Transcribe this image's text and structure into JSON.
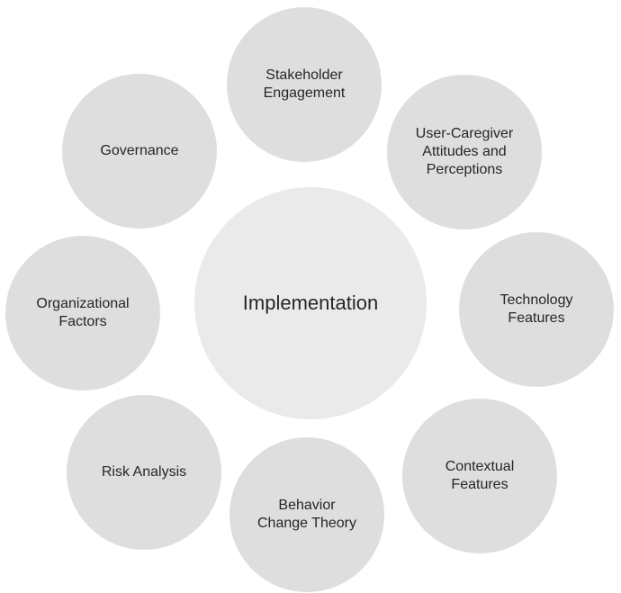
{
  "center": {
    "label": "Implementation"
  },
  "factors": [
    {
      "id": "stakeholder",
      "label": "Stakeholder\nEngagement"
    },
    {
      "id": "usercare",
      "label": "User-Caregiver\nAttitudes and\nPerceptions"
    },
    {
      "id": "technology",
      "label": "Technology\nFeatures"
    },
    {
      "id": "contextual",
      "label": "Contextual\nFeatures"
    },
    {
      "id": "behavior",
      "label": "Behavior\nChange Theory"
    },
    {
      "id": "risk",
      "label": "Risk Analysis"
    },
    {
      "id": "organizational",
      "label": "Organizational\nFactors"
    },
    {
      "id": "governance",
      "label": "Governance"
    }
  ]
}
